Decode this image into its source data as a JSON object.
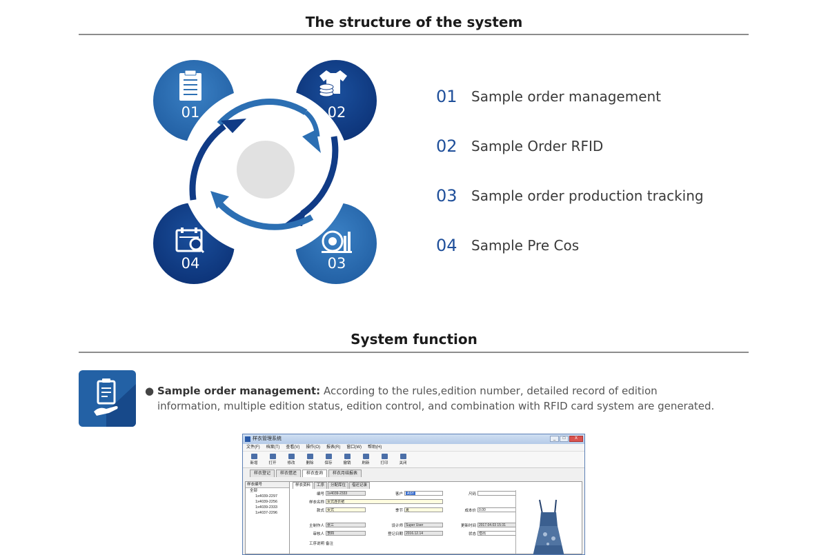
{
  "structure": {
    "title": "The structure of the system",
    "nodes": [
      {
        "num": "01",
        "icon": "clipboard-icon"
      },
      {
        "num": "02",
        "icon": "tshirt-coins-icon"
      },
      {
        "num": "03",
        "icon": "spool-chart-icon"
      },
      {
        "num": "04",
        "icon": "calendar-search-icon"
      }
    ],
    "items": [
      {
        "num": "01",
        "label": "Sample order management"
      },
      {
        "num": "02",
        "label": "Sample Order RFID"
      },
      {
        "num": "03",
        "label": "Sample order production tracking"
      },
      {
        "num": "04",
        "label": "Sample Pre Cos"
      }
    ],
    "colors": {
      "light_blue": "#2c6fb3",
      "dark_blue": "#103b86",
      "center_gray": "#e1e1e1"
    }
  },
  "function": {
    "title": "System function",
    "icon": "clipboard-hand-icon",
    "heading": "Sample order management:",
    "desc": "According to the rules,edition number, detailed record of edition information, multiple edition status, edition control, and combination with RFID card system are generated."
  },
  "screenshot": {
    "window_title": "样衣管理系统",
    "window_buttons": [
      "_",
      "□",
      "X"
    ],
    "menu": [
      "文件(F)",
      "档案(T)",
      "查看(V)",
      "操作(O)",
      "报表(R)",
      "窗口(W)",
      "帮助(H)"
    ],
    "toolbar": [
      "新增",
      "打开",
      "修改",
      "删除",
      "保存",
      "撤销",
      "刷新",
      "打印",
      "关闭"
    ],
    "main_tabs": [
      "样衣登记",
      "样衣借还",
      "样衣查询",
      "样衣月结报表"
    ],
    "tree_header": "样衣编号",
    "tree_items": [
      {
        "label": "全部",
        "child": false
      },
      {
        "label": "1x4039-2297",
        "child": true
      },
      {
        "label": "1x4039-2256",
        "child": true
      },
      {
        "label": "1x4039-2333",
        "child": true
      },
      {
        "label": "1x4037-2296",
        "child": true
      }
    ],
    "form_tabs": [
      "样衣资料",
      "工序",
      "分配库位",
      "借还记录"
    ],
    "form": {
      "code_label": "编号",
      "code_value": "1x4039-2333",
      "customer_label": "客户",
      "customer_value": "ASY",
      "name_label": "样衣名称",
      "name_value": "女式连衣裙",
      "type_label": "款式",
      "type_value": "女式",
      "season_label": "季节",
      "season_value": "夏",
      "size_label": "尺码",
      "size_value": "",
      "maker_label": "主制作人",
      "maker_value": "张三",
      "designer_label": "设计师",
      "designer_value": "Super User",
      "check_label": "审核人",
      "check_value": "李四",
      "date_label": "登记日期",
      "date_value": "2016.12.14",
      "price_label": "成本价",
      "price_value": "0.00",
      "updated_label": "更新时间",
      "updated_value": "2017.04.03 15:31",
      "status_label": "状态",
      "status_value": "借出",
      "remark_label": "工序说明",
      "remark_value": "备注"
    }
  }
}
